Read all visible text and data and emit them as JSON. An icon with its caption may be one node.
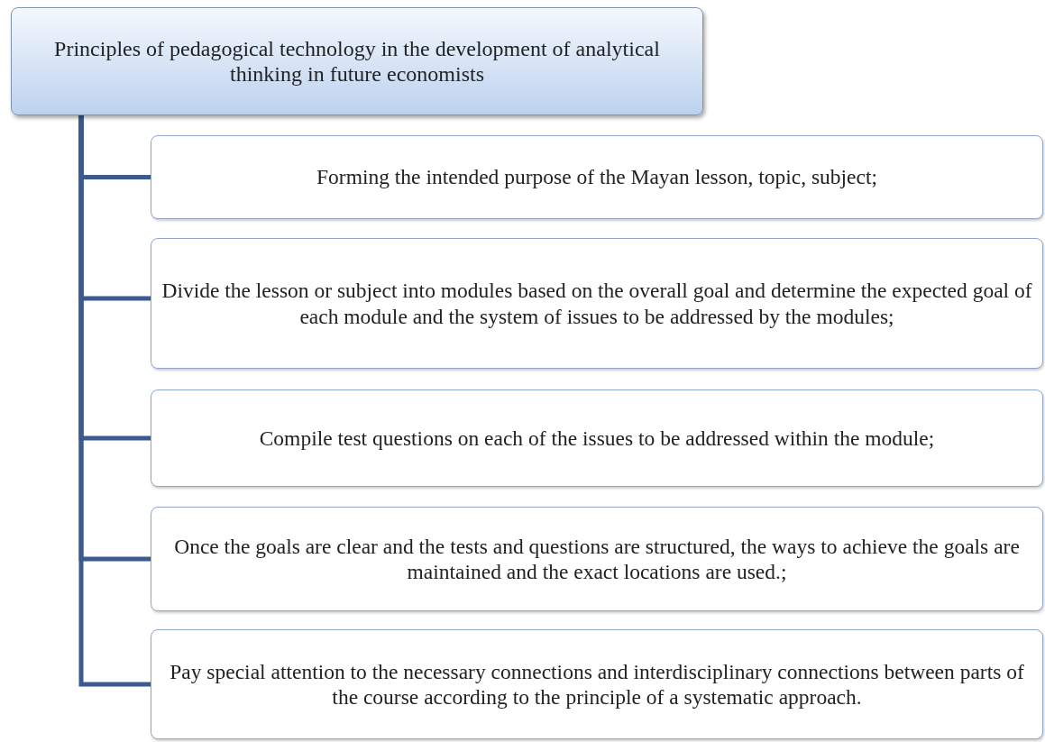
{
  "diagram": {
    "nodes": [
      {
        "text": [
          "Principles of pedagogical technology in the development of analytical thinking in future economists"
        ]
      },
      {
        "text": [
          "Forming the intended purpose of the Mayan lesson, topic, subject;"
        ]
      },
      {
        "text": [
          "Divide the lesson or subject into modules based on the overall goal and determine the expected goal of each module and the system of issues to be addressed by the modules;"
        ]
      },
      {
        "text": [
          "Compile test questions on each of the issues to be addressed within the module;"
        ]
      },
      {
        "text": [
          "Once the goals are clear and the tests and questions are structured, the ways to achieve the goals are maintained and the exact locations are used.;"
        ]
      },
      {
        "text": [
          "Pay special attention to the necessary connections and interdisciplinary connections between parts of the course according to the principle of a systematic approach."
        ]
      }
    ],
    "edges": [
      {
        "from": 0,
        "to": 1,
        "arrow": "none"
      },
      {
        "from": 0,
        "to": 2,
        "arrow": "none"
      },
      {
        "from": 0,
        "to": 3,
        "arrow": "none"
      },
      {
        "from": 0,
        "to": 4,
        "arrow": "none"
      },
      {
        "from": 0,
        "to": 5,
        "arrow": "none"
      }
    ]
  }
}
